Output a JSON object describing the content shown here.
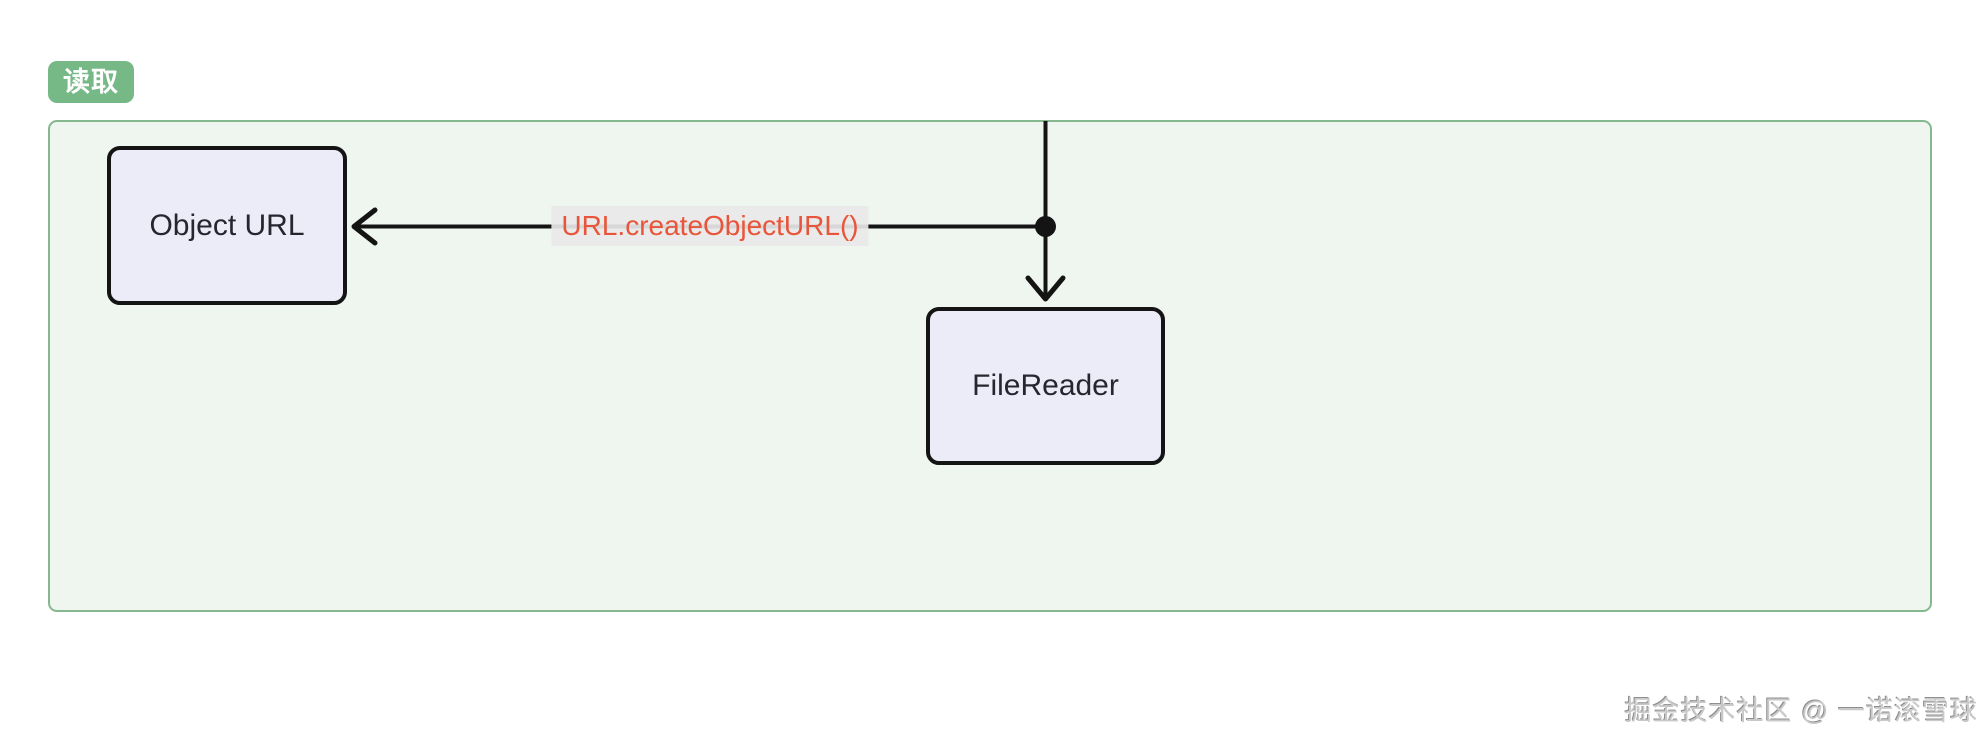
{
  "diagram": {
    "subgraph": {
      "label": "读取"
    },
    "nodes": [
      {
        "id": "object-url",
        "label": "Object URL"
      },
      {
        "id": "filereader",
        "label": "FileReader"
      }
    ],
    "edges": [
      {
        "from": "top-of-subgraph",
        "to": "filereader",
        "label": "",
        "direction": "down",
        "junction_dot": true
      },
      {
        "from": "junction",
        "to": "object-url",
        "label": "URL.createObjectURL()",
        "direction": "left"
      }
    ],
    "edge_label": "URL.createObjectURL()"
  },
  "watermark": "掘金技术社区 @ 一诺滚雪球",
  "colors": {
    "subgraph_fill": "#EFF6EF",
    "subgraph_border": "#85B88E",
    "badge_bg": "#76B987",
    "badge_text": "#FFFFFF",
    "node_fill": "#ECECF9",
    "node_border": "#141414",
    "node_text": "#26262F",
    "edge_stroke": "#141414",
    "edge_label_text": "#E8553A",
    "edge_label_bg": "#E8E8E8",
    "watermark_text": "#C9C9C9"
  }
}
